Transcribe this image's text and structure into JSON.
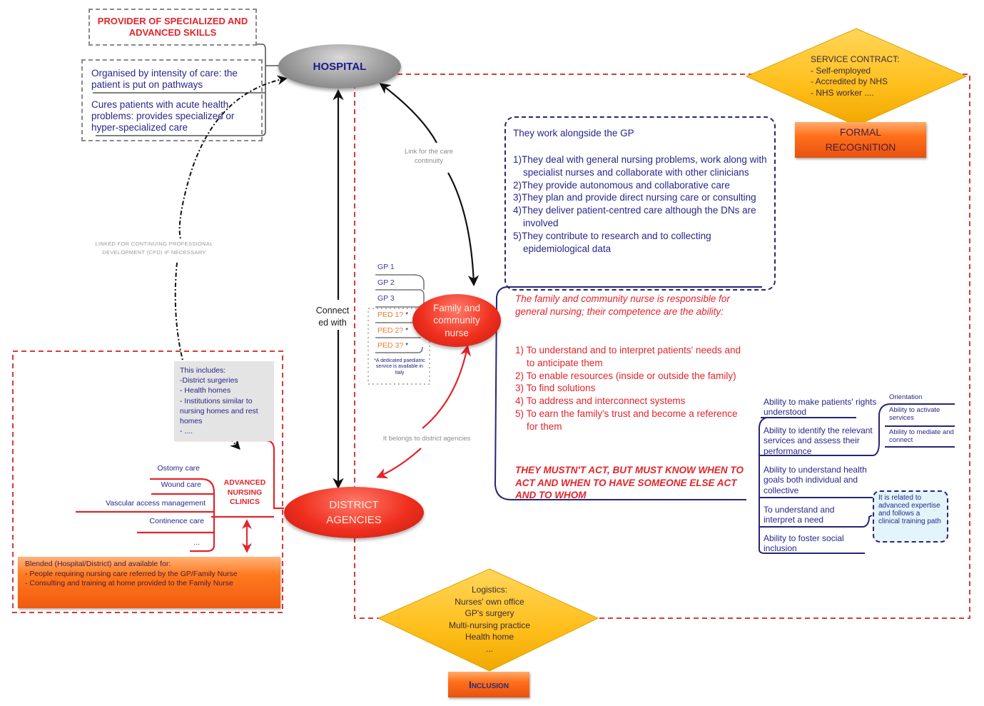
{
  "provider_box": {
    "text": "PROVIDER OF SPECIALIZED AND ADVANCED SKILLS"
  },
  "hospital_info": {
    "row1": "Organised by intensity of care: the patient is put on pathways",
    "row2": "Cures patients with acute health problems: provides specialized or hyper-specialized care"
  },
  "nodes": {
    "hospital": "HOSPITAL",
    "family_nurse_line1": "Family and",
    "family_nurse_line2": "community",
    "family_nurse_line3": "nurse",
    "district_line1": "DISTRICT",
    "district_line2": "AGENCIES"
  },
  "edge_labels": {
    "care_continuity_line1": "Link for the care",
    "care_continuity_line2": "continuity",
    "connected_line1": "Connect",
    "connected_line2": "ed with",
    "belongs": "It belongs to district agencies",
    "cpd_line1": "Linked for continuing professional",
    "cpd_line2": "development (CPD) if necessary"
  },
  "gp_list": {
    "gps": [
      "GP 1",
      "GP 2",
      "GP 3"
    ],
    "peds": [
      "PED 1?",
      "PED 2?",
      "PED 3?"
    ],
    "star": "*",
    "ped_note": "*A dedicated paediatric service is available in Italy"
  },
  "work_box": {
    "intro": "They work alongside the GP",
    "items": [
      "1)They deal with general nursing problems, work along with specialist nurses and collaborate with other clinicians",
      "2)They provide autonomous and collaborative care",
      "3)They plan and provide direct nursing care or consulting",
      "4)They deliver patient-centred care although the DNs are involved",
      "5)They contribute to research and to collecting epidemiological data"
    ]
  },
  "competence": {
    "intro": "The family and community nurse is responsible for general nursing; their competence are the ability:",
    "items": [
      "1) To understand and to interpret patients' needs and to anticipate them",
      "2) To enable resources (inside or outside the family)",
      "3) To find solutions",
      "4) To address and interconnect systems",
      "5) To earn the family's trust and become a reference for them"
    ],
    "warning": "THEY MUSTN'T ACT, BUT MUST KNOW WHEN TO ACT AND WHEN TO HAVE SOMEONE ELSE ACT AND TO WHOM"
  },
  "abilities": {
    "items": [
      "Ability to make patients' rights understood",
      "Ability to identify the relevant services and assess their performance",
      "Ability to understand health goals both individual and collective",
      "To understand and interpret a need",
      "Ability to foster social inclusion"
    ],
    "sub_items": [
      "Orientation",
      "Ability to activate services",
      "Ability to mediate and connect"
    ],
    "advanced_note": "It is related to advanced expertise and follows a clinical training path"
  },
  "service_contract": {
    "title": "SERVICE CONTRACT:",
    "items": [
      "- Self-employed",
      "- Accredited by NHS",
      "- NHS worker ...."
    ],
    "badge_line1": "FORMAL",
    "badge_line2": "RECOGNITION"
  },
  "district_section": {
    "includes_title": "This includes:",
    "includes_items": [
      "-District surgeries",
      "- Health homes",
      "- Institutions similar to nursing homes and rest homes",
      "- ...."
    ],
    "clinics_label_line1": "ADVANCED",
    "clinics_label_line2": "NURSING",
    "clinics_label_line3": "CLINICS",
    "clinic_items": [
      "Ostomy care",
      "Wound care",
      "Vascular access management",
      "Continence care",
      "..."
    ],
    "blended_title": "Blended (Hospital/District) and available for:",
    "blended_items": [
      "- People requiring nursing care referred by the GP/Family Nurse",
      "- Consulting and training at home provided to the Family Nurse"
    ]
  },
  "logistics": {
    "title": "Logistics:",
    "items": [
      "Nurses' own office",
      "GP's surgery",
      "Multi-nursing practice",
      "Health home",
      "..."
    ],
    "badge": "Inclusion"
  },
  "colors": {
    "navy_text": "#27278a",
    "red_text": "#e3242b",
    "red_dash": "#e03a3a",
    "diamond_fill": "#ffc21f",
    "orange_badge": "#ff6f1a"
  }
}
